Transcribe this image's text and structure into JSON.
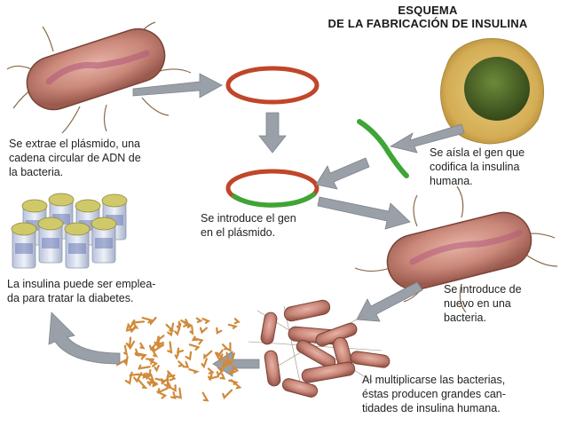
{
  "title": {
    "line1": "ESQUEMA",
    "line2": "DE LA FABRICACIÓN DE INSULINA"
  },
  "captions": {
    "extract": [
      "Se extrae el plásmido, una",
      "cadena circular de ADN de",
      "la bacteria."
    ],
    "isolate": [
      "Se aísla el gen que",
      "codifica la insulina",
      "humana."
    ],
    "introduce_gene": [
      "Se introduce el gen",
      "en el plásmido."
    ],
    "reintroduce": [
      "Se introduce de",
      "nuevo en una",
      "bacteria."
    ],
    "use": [
      "La insulina puede ser emplea-",
      "da para tratar la diabetes."
    ],
    "multiply": [
      "Al multiplicarse las bacterias,",
      "éstas producen grandes can-",
      "tidades de insulina humana."
    ]
  },
  "colors": {
    "arrow": "#9a9fa6",
    "plasmid_ring": "#c0462a",
    "gene": "#3fa535",
    "bacterium_body": "#c9877a",
    "cell_cytoplasm": "#d7b45c",
    "cell_nucleus": "#4f6b28",
    "insulin": "#d08a3a"
  }
}
